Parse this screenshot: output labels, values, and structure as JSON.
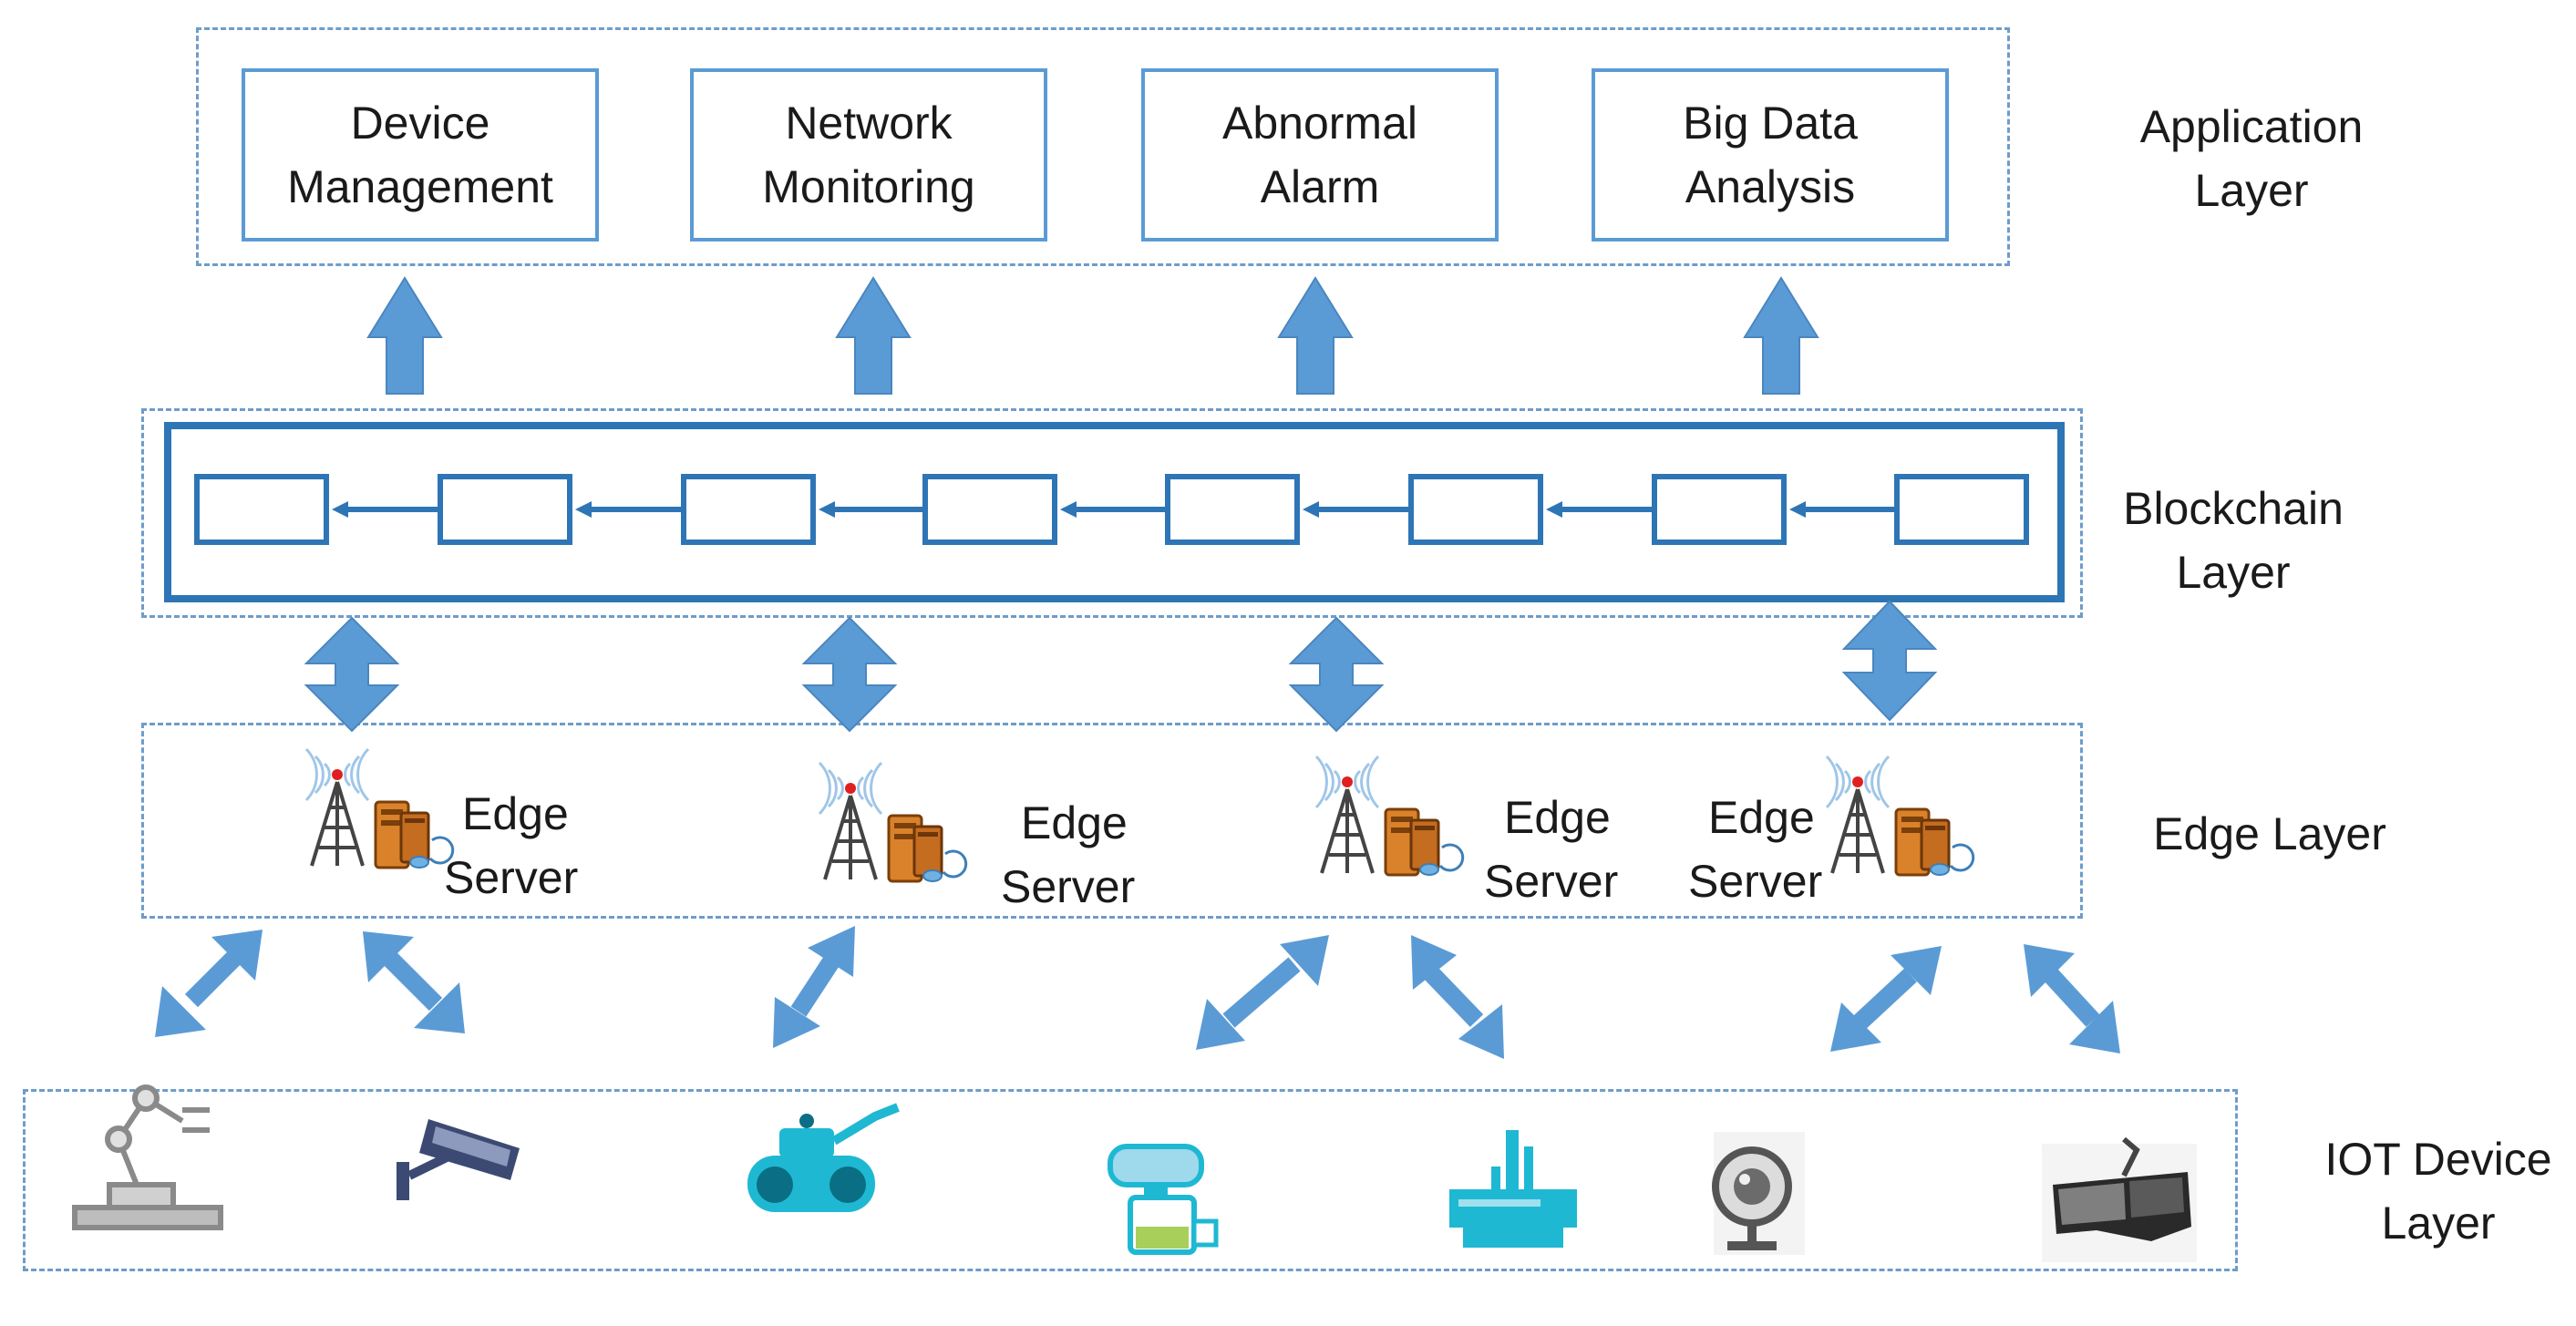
{
  "application_layer": {
    "boxes": [
      {
        "line1": "Device",
        "line2": "Management"
      },
      {
        "line1": "Network",
        "line2": "Monitoring"
      },
      {
        "line1": "Abnormal",
        "line2": "Alarm"
      },
      {
        "line1": "Big Data",
        "line2": "Analysis"
      }
    ],
    "label_line1": "Application",
    "label_line2": "Layer"
  },
  "blockchain_layer": {
    "block_count": 8,
    "label_line1": "Blockchain",
    "label_line2": "Layer"
  },
  "edge_layer": {
    "servers": [
      {
        "line1": "Edge",
        "line2": "Server"
      },
      {
        "line1": "Edge",
        "line2": "Server"
      },
      {
        "line1": "Edge",
        "line2": "Server"
      },
      {
        "line1": "Edge",
        "line2": "Server"
      }
    ],
    "label": "Edge Layer"
  },
  "iot_layer": {
    "devices": [
      "robot-arm-icon",
      "surveillance-camera-icon",
      "tracked-robot-icon",
      "service-robot-icon",
      "industrial-machine-icon",
      "webcam-icon",
      "vr-headset-icon"
    ],
    "label_line1": "IOT Device",
    "label_line2": "Layer"
  },
  "colors": {
    "arrow": "#5b9bd5",
    "box_border": "#5b9bd5",
    "chain_border": "#2e75b6",
    "dashed_border": "#6f9cc9",
    "device_cyan": "#1fb8d3",
    "server_orange": "#d9822b"
  }
}
